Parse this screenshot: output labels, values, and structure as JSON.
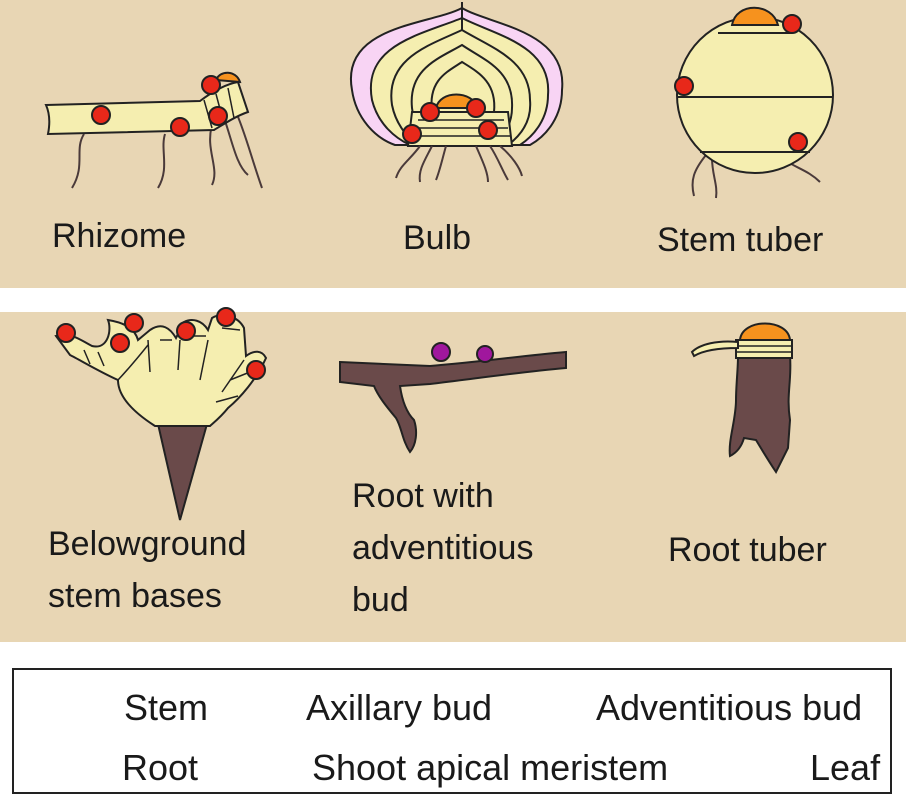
{
  "colors": {
    "background": "#e8d6b4",
    "stem": "#f5eeb0",
    "root": "#6a4a4a",
    "axillary_bud": "#e8281a",
    "adventitious_bud": "#a0179d",
    "shoot_apical_meristem": "#f6921e",
    "leaf": "#f8d4f4",
    "outline": "#222222"
  },
  "structures": [
    {
      "label": "Rhizome"
    },
    {
      "label": "Bulb"
    },
    {
      "label": "Stem tuber"
    },
    {
      "label": "Belowground\nstem bases"
    },
    {
      "label": "Root with\nadventitious\nbud"
    },
    {
      "label": "Root tuber"
    }
  ],
  "legend": [
    {
      "label": "Stem",
      "symbol": "square",
      "color": "#f5eeb0"
    },
    {
      "label": "Axillary bud",
      "symbol": "circle",
      "color": "#e8281a"
    },
    {
      "label": "Adventitious bud",
      "symbol": "circle",
      "color": "#a0179d"
    },
    {
      "label": "Root",
      "symbol": "square",
      "color": "#6a4a4a"
    },
    {
      "label": "Shoot apical meristem",
      "symbol": "semicircle",
      "color": "#f6921e"
    },
    {
      "label": "Leaf",
      "symbol": "square",
      "color": "#f8d4f4"
    }
  ]
}
